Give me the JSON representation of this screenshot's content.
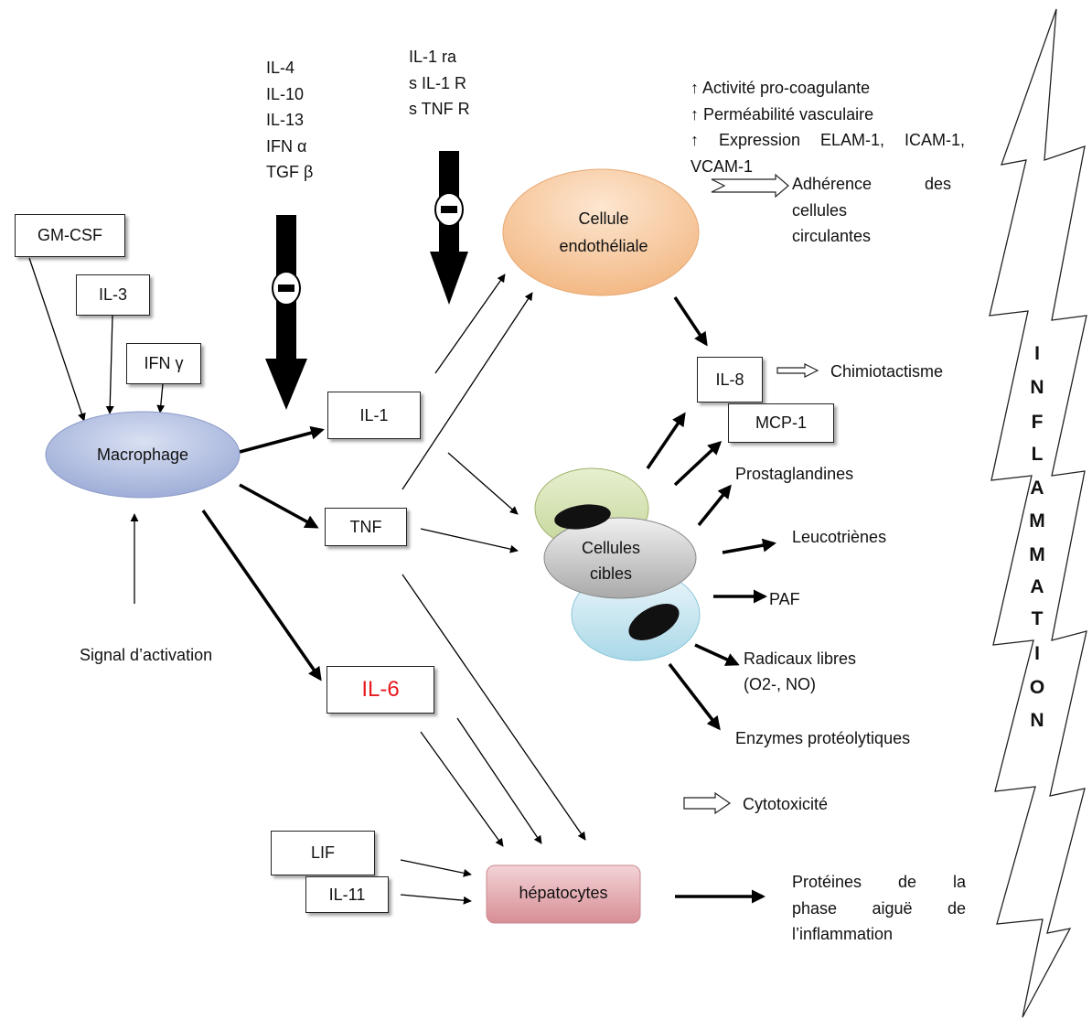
{
  "inhibitors_left": [
    "IL-4",
    "IL-10",
    "IL-13",
    "IFN α",
    "TGF β"
  ],
  "inhibitors_right": [
    "IL-1 ra",
    "s IL-1 R",
    "s TNF R"
  ],
  "stimulators": {
    "gm_csf": "GM-CSF",
    "il3": "IL-3",
    "ifn_gamma": "IFN γ"
  },
  "macrophage": "Macrophage",
  "activation_signal": "Signal d’activation",
  "cytokines": {
    "il1": "IL-1",
    "tnf": "TNF",
    "il6": "IL-6",
    "lif": "LIF",
    "il11": "IL-11"
  },
  "endothelial": {
    "line1": "Cellule",
    "line2": "endothéliale"
  },
  "endothelial_effects": {
    "line1": "↑ Activité pro-coagulante",
    "line2": "↑ Perméabilité vasculaire",
    "line3_parts": [
      "↑",
      "Expression",
      "ELAM-1,",
      "ICAM-1,"
    ],
    "line4": "VCAM-1"
  },
  "adherence": {
    "line1_parts": [
      "Adhérence",
      "des"
    ],
    "line2": "cellules",
    "line3": "circulantes"
  },
  "chemokines": {
    "il8": "IL-8",
    "mcp1": "MCP-1",
    "chemotaxis": "Chimiotactisme"
  },
  "target_cells": {
    "line1": "Cellules",
    "line2": "cibles"
  },
  "mediators": {
    "prostaglandins": "Prostaglandines",
    "leukotrienes": "Leucotriènes",
    "paf": "PAF",
    "radicals_line1": "Radicaux libres",
    "radicals_line2": "(O2-, NO)",
    "enzymes": "Enzymes protéolytiques",
    "cytotoxicity": "Cytotoxicité"
  },
  "hepatocytes": "hépatocytes",
  "acute_phase": {
    "line1_parts": [
      "Protéines",
      "de",
      "la"
    ],
    "line2_parts": [
      "phase",
      "aiguë",
      "de"
    ],
    "line3": "l’inflammation"
  },
  "inflammation_letters": [
    "I",
    "N",
    "F",
    "L",
    "A",
    "M",
    "M",
    "A",
    "T",
    "I",
    "O",
    "N"
  ],
  "colors": {
    "il6_text": "#e8191e",
    "endothelial_fill": "#f6c89c",
    "macrophage_fill": "#aebde0",
    "hepatocyte_fill": "#e3a8ad",
    "arrow": "#000000"
  }
}
